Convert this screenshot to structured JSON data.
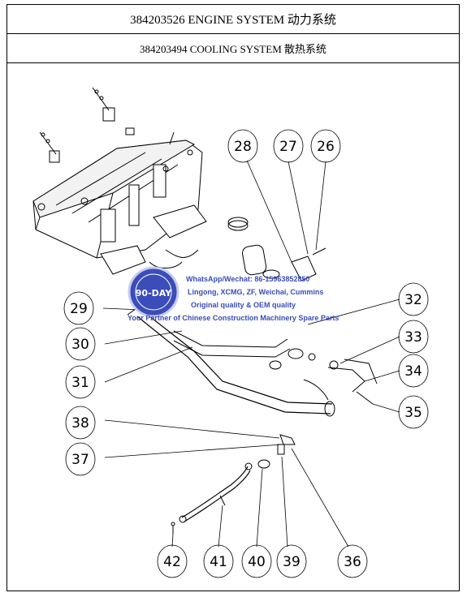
{
  "header": {
    "engine_title": "384203526 ENGINE SYSTEM 动力系统",
    "cooling_title": "384203494 COOLING SYSTEM 散热系统"
  },
  "callouts": [
    "28",
    "27",
    "26",
    "29",
    "32",
    "30",
    "33",
    "31",
    "34",
    "35",
    "38",
    "37",
    "42",
    "41",
    "40",
    "39",
    "36"
  ],
  "watermark": {
    "line1": "WhatsApp/Wechat: 86-15963852850",
    "line2": "Lingong, XCMG, ZF, Weichai, Cummins",
    "line3": "Original quality & OEM quality",
    "line4": "Your Partner of Chinese Construction Machinery Spare Parts",
    "badge": "90-DAY"
  },
  "colors": {
    "line": "#000000",
    "watermark": "#3a4db8"
  }
}
